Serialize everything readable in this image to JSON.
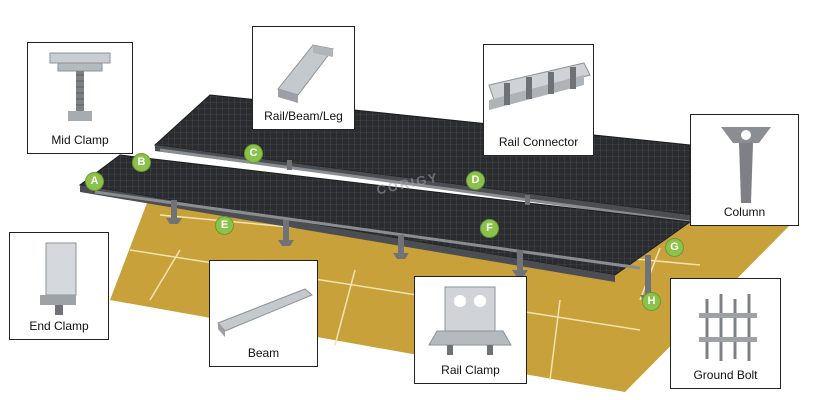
{
  "callouts": {
    "mid_clamp": "Mid Clamp",
    "rail_beam_leg": "Rail/Beam/Leg",
    "rail_connector": "Rail Connector",
    "column": "Column",
    "end_clamp": "End Clamp",
    "beam": "Beam",
    "rail_clamp": "Rail Clamp",
    "ground_bolt": "Ground Bolt"
  },
  "markers": {
    "a": "A",
    "b": "B",
    "c": "C",
    "d": "D",
    "e": "E",
    "f": "F",
    "g": "G",
    "h": "H"
  },
  "watermark": "CORIGY",
  "colors": {
    "ground": "#c9a13a",
    "panel": "#2b2d30",
    "marker": "#8bc34a"
  }
}
